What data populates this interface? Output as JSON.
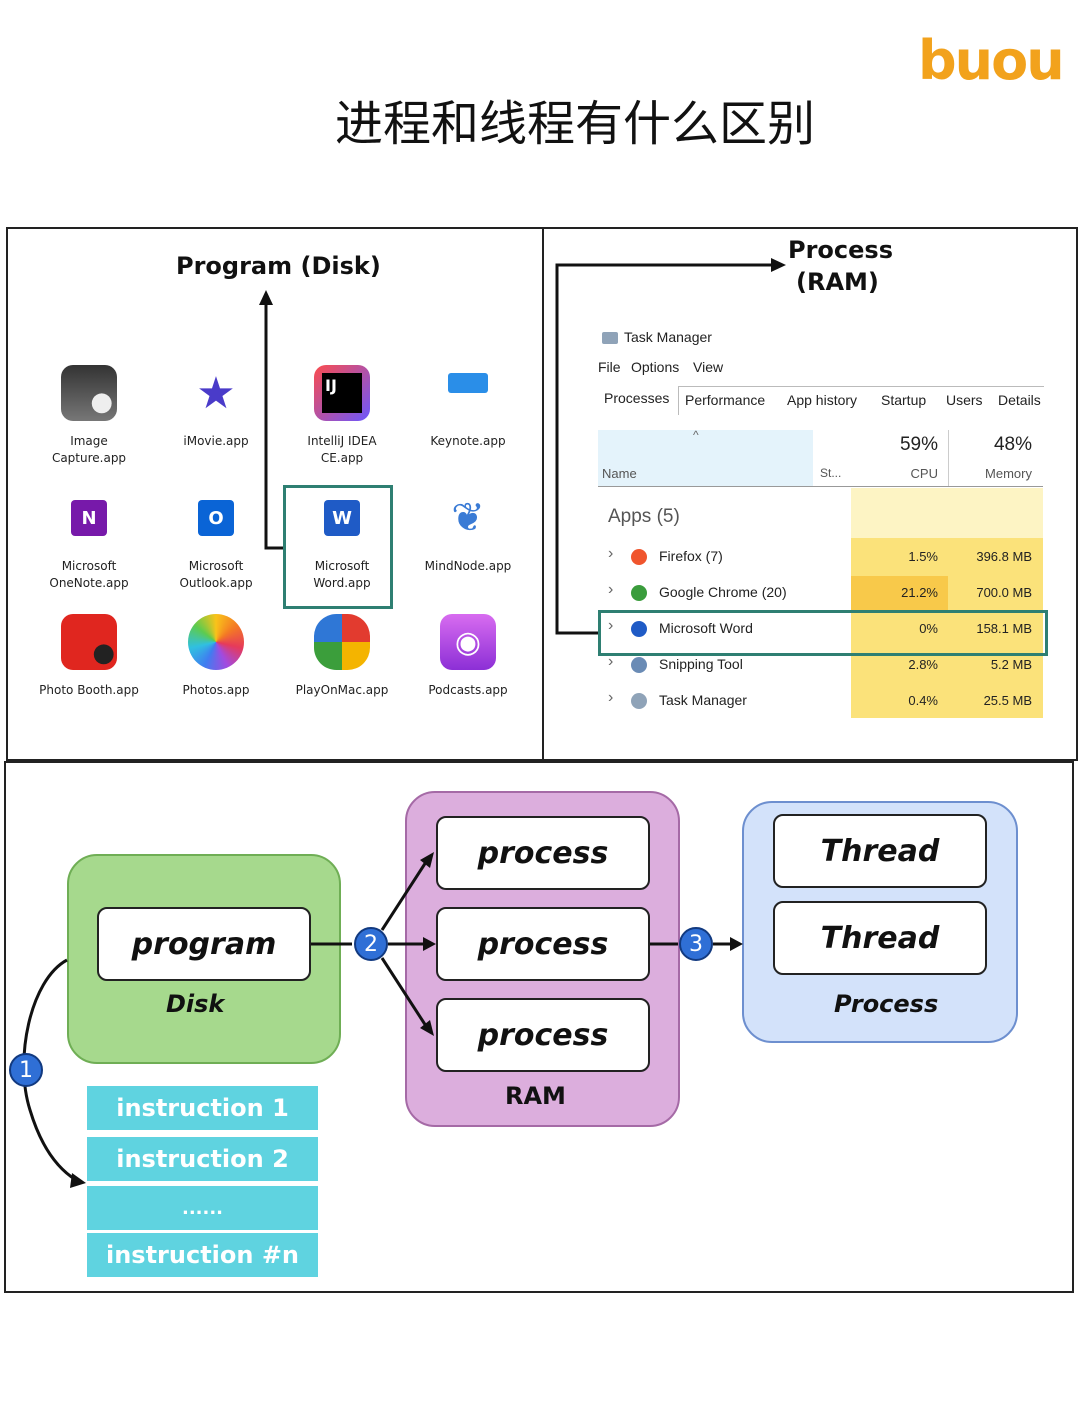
{
  "logo": "buou",
  "title": "进程和线程有什么区别",
  "program_panel": {
    "heading": "Program (Disk)",
    "apps": [
      {
        "label": "Image\nCapture.app",
        "icon": "camera-icon"
      },
      {
        "label": "iMovie.app",
        "icon": "star-icon"
      },
      {
        "label": "IntelliJ IDEA\nCE.app",
        "icon": "intellij-icon"
      },
      {
        "label": "Keynote.app",
        "icon": "keynote-icon"
      },
      {
        "label": "Microsoft\nOneNote.app",
        "icon": "onenote-icon"
      },
      {
        "label": "Microsoft\nOutlook.app",
        "icon": "outlook-icon"
      },
      {
        "label": "Microsoft\nWord.app",
        "icon": "word-icon"
      },
      {
        "label": "MindNode.app",
        "icon": "mindnode-icon"
      },
      {
        "label": "Photo Booth.app",
        "icon": "photobooth-icon"
      },
      {
        "label": "Photos.app",
        "icon": "photos-icon"
      },
      {
        "label": "PlayOnMac.app",
        "icon": "clover-icon"
      },
      {
        "label": "Podcasts.app",
        "icon": "podcast-icon"
      }
    ]
  },
  "process_panel": {
    "heading_line1": "Process",
    "heading_line2": "(RAM)",
    "window_title": "Task Manager",
    "menu": [
      "File",
      "Options",
      "View"
    ],
    "tabs": [
      "Processes",
      "Performance",
      "App history",
      "Startup",
      "Users",
      "Details"
    ],
    "cpu_pct": "59%",
    "mem_pct": "48%",
    "col_name": "Name",
    "col_status": "St...",
    "col_cpu": "CPU",
    "col_mem": "Memory",
    "group": "Apps (5)",
    "rows": [
      {
        "name": "Firefox (7)",
        "cpu": "1.5%",
        "mem": "396.8 MB",
        "icon": "firefox-icon"
      },
      {
        "name": "Google Chrome (20)",
        "cpu": "21.2%",
        "mem": "700.0 MB",
        "icon": "chrome-icon"
      },
      {
        "name": "Microsoft Word",
        "cpu": "0%",
        "mem": "158.1 MB",
        "icon": "word-icon"
      },
      {
        "name": "Snipping Tool",
        "cpu": "2.8%",
        "mem": "5.2 MB",
        "icon": "scissors-icon"
      },
      {
        "name": "Task Manager",
        "cpu": "0.4%",
        "mem": "25.5 MB",
        "icon": "taskmanager-icon"
      }
    ]
  },
  "diagram": {
    "program_box": "program",
    "disk_label": "Disk",
    "process_boxes": [
      "process",
      "process",
      "process"
    ],
    "ram_label": "RAM",
    "thread_boxes": [
      "Thread",
      "Thread"
    ],
    "process_label": "Process",
    "steps": [
      "1",
      "2",
      "3"
    ],
    "instructions": [
      "instruction 1",
      "instruction 2",
      "......",
      "instruction #n"
    ]
  },
  "colors": {
    "logo": "#f2a21c",
    "disk_green": "#a6d98d",
    "ram_purple": "#dcaedd",
    "process_blue": "#d3e2fa",
    "instruction_cyan": "#5fd3e0",
    "highlight_teal": "#2e7f72",
    "step_blue": "#2f6fd6"
  }
}
